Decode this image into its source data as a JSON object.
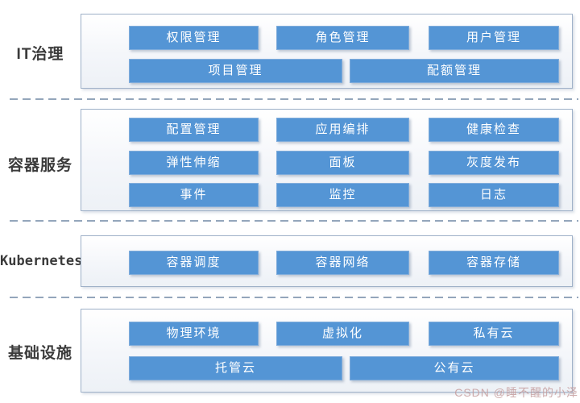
{
  "watermark": "CSDN @睡不醒的小泽",
  "colors": {
    "box_blue": "#5495D5",
    "box_border": "#7FACDB",
    "panel_border": "#9FB1C8",
    "panel_bg_bottom": "#EDF1F6",
    "separator": "#94A6BB",
    "label_text": "#3B3B3B",
    "box_text": "#FFFFFF"
  },
  "sections": [
    {
      "label": "IT治理",
      "rows": [
        {
          "boxes": [
            "权限管理",
            "角色管理",
            "用户管理"
          ]
        },
        {
          "boxes": [
            "项目管理",
            "配额管理"
          ]
        }
      ]
    },
    {
      "label": "容器服务",
      "rows": [
        {
          "boxes": [
            "配置管理",
            "应用编排",
            "健康检查"
          ]
        },
        {
          "boxes": [
            "弹性伸缩",
            "面板",
            "灰度发布"
          ]
        },
        {
          "boxes": [
            "事件",
            "监控",
            "日志"
          ]
        }
      ]
    },
    {
      "label": "Kubernetes",
      "rows": [
        {
          "boxes": [
            "容器调度",
            "容器网络",
            "容器存储"
          ]
        }
      ]
    },
    {
      "label": "基础设施",
      "rows": [
        {
          "boxes": [
            "物理环境",
            "虚拟化",
            "私有云"
          ]
        },
        {
          "boxes": [
            "托管云",
            "公有云"
          ]
        }
      ]
    }
  ]
}
